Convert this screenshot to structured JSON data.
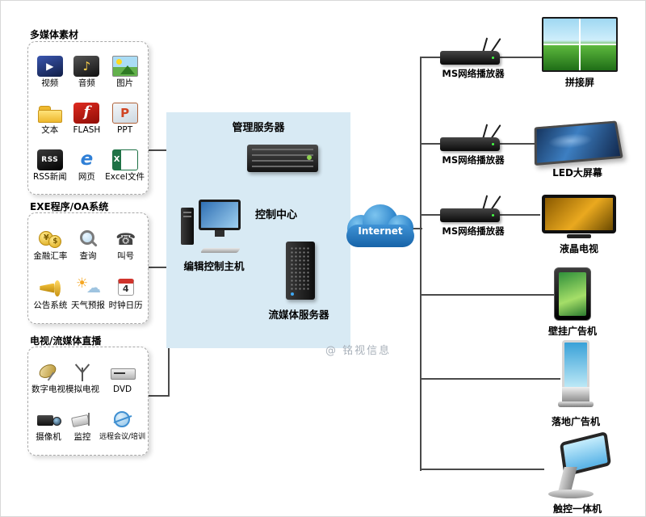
{
  "watermark": "@ 铭视信息",
  "left_boxes": [
    {
      "title": "多媒体素材",
      "items": [
        {
          "label": "视频",
          "icon": "video-icon"
        },
        {
          "label": "音频",
          "icon": "audio-icon"
        },
        {
          "label": "图片",
          "icon": "picture-icon"
        },
        {
          "label": "文本",
          "icon": "text-folder-icon"
        },
        {
          "label": "FLASH",
          "icon": "flash-icon"
        },
        {
          "label": "PPT",
          "icon": "ppt-icon"
        },
        {
          "label": "RSS新闻",
          "icon": "rss-icon"
        },
        {
          "label": "网页",
          "icon": "web-browser-icon"
        },
        {
          "label": "Excel文件",
          "icon": "excel-icon"
        }
      ]
    },
    {
      "title": "EXE程序/OA系统",
      "items": [
        {
          "label": "金融汇率",
          "icon": "finance-coins-icon"
        },
        {
          "label": "查询",
          "icon": "search-magnifier-icon"
        },
        {
          "label": "叫号",
          "icon": "phone-icon"
        },
        {
          "label": "公告系统",
          "icon": "announcement-megaphone-icon"
        },
        {
          "label": "天气预报",
          "icon": "weather-icon"
        },
        {
          "label": "时钟日历",
          "icon": "clock-calendar-icon"
        }
      ]
    },
    {
      "title": "电视/流媒体直播",
      "items": [
        {
          "label": "数字电视",
          "icon": "satellite-dish-icon"
        },
        {
          "label": "模拟电视",
          "icon": "antenna-icon"
        },
        {
          "label": "DVD",
          "icon": "dvd-player-icon"
        },
        {
          "label": "摄像机",
          "icon": "camcorder-icon"
        },
        {
          "label": "监控",
          "icon": "cctv-icon"
        },
        {
          "label": "远程会议/培训",
          "icon": "conference-globe-icon"
        }
      ]
    }
  ],
  "center": {
    "management_server_label": "管理服务器",
    "control_center_label": "控制中心",
    "edit_host_label": "编辑控制主机",
    "streaming_server_label": "流媒体服务器"
  },
  "cloud": {
    "label": "Internet",
    "color": "#2f86cc"
  },
  "players": [
    {
      "label": "MS网络播放器"
    },
    {
      "label": "MS网络播放器"
    },
    {
      "label": "MS网络播放器"
    }
  ],
  "devices": [
    {
      "label": "拼接屏",
      "icon": "video-wall-icon"
    },
    {
      "label": "LED大屏幕",
      "icon": "led-screen-icon"
    },
    {
      "label": "液晶电视",
      "icon": "lcd-tv-icon"
    },
    {
      "label": "壁挂广告机",
      "icon": "wall-mounted-display-icon"
    },
    {
      "label": "落地广告机",
      "icon": "floor-standing-display-icon"
    },
    {
      "label": "触控一体机",
      "icon": "touch-kiosk-icon"
    }
  ]
}
